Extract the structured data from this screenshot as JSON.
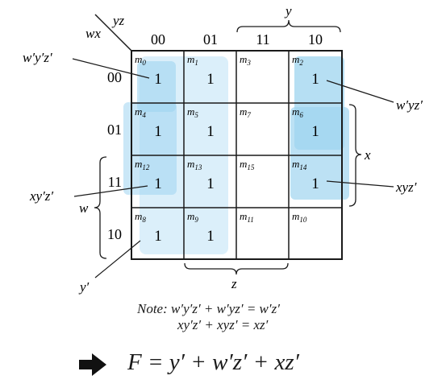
{
  "corner": {
    "row_vars": "wx",
    "col_vars": "yz"
  },
  "col_headers": [
    "00",
    "01",
    "11",
    "10"
  ],
  "row_headers": [
    "00",
    "01",
    "11",
    "10"
  ],
  "cells": [
    [
      {
        "m": "m",
        "sub": "0",
        "v": "1"
      },
      {
        "m": "m",
        "sub": "1",
        "v": "1"
      },
      {
        "m": "m",
        "sub": "3",
        "v": ""
      },
      {
        "m": "m",
        "sub": "2",
        "v": "1"
      }
    ],
    [
      {
        "m": "m",
        "sub": "4",
        "v": "1"
      },
      {
        "m": "m",
        "sub": "5",
        "v": "1"
      },
      {
        "m": "m",
        "sub": "7",
        "v": ""
      },
      {
        "m": "m",
        "sub": "6",
        "v": "1"
      }
    ],
    [
      {
        "m": "m",
        "sub": "12",
        "v": "1"
      },
      {
        "m": "m",
        "sub": "13",
        "v": "1"
      },
      {
        "m": "m",
        "sub": "15",
        "v": ""
      },
      {
        "m": "m",
        "sub": "14",
        "v": "1"
      }
    ],
    [
      {
        "m": "m",
        "sub": "8",
        "v": "1"
      },
      {
        "m": "m",
        "sub": "9",
        "v": "1"
      },
      {
        "m": "m",
        "sub": "11",
        "v": ""
      },
      {
        "m": "m",
        "sub": "10",
        "v": ""
      }
    ]
  ],
  "brace_labels": {
    "y": "y",
    "x": "x",
    "w": "w",
    "z": "z"
  },
  "callouts": {
    "w_y_z": "w′y′z′",
    "w_yz": "w′yz′",
    "xy_z": "xy′z′",
    "xyz": "xyz′",
    "y_prime": "y′"
  },
  "note": {
    "line1": "Note: w′y′z′ + w′yz′ = w′z′",
    "line2": "xy′z′ + xyz′ = xz′"
  },
  "result": {
    "expression": "F = y′ + w′z′ + xz′"
  },
  "colors": {
    "group_light": "#d9eef9",
    "group_mid": "#a9d9f1",
    "overlap": "#8fcdec",
    "grid": "#1a1a1a",
    "arrow": "#111111"
  }
}
